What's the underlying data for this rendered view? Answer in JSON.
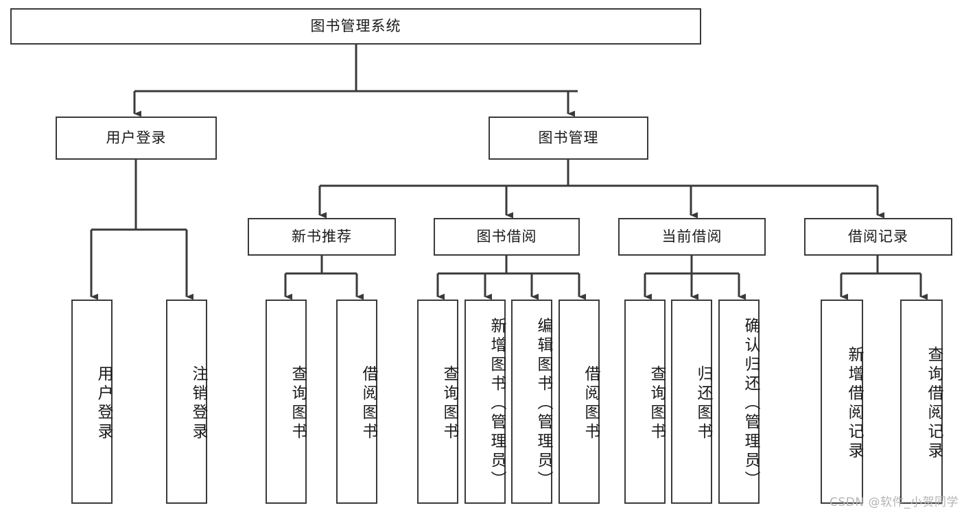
{
  "diagram": {
    "title": "图书管理系统",
    "watermark": "CSDN @软件_小贺同学",
    "stroke_color": "#3a3a3a",
    "text_color": "#1a1a1a",
    "background_color": "#ffffff",
    "type": "hierarchy-tree",
    "root": {
      "label": "图书管理系统"
    },
    "level2": [
      {
        "label": "用户登录"
      },
      {
        "label": "图书管理"
      }
    ],
    "level3": [
      {
        "label": "新书推荐"
      },
      {
        "label": "图书借阅"
      },
      {
        "label": "当前借阅"
      },
      {
        "label": "借阅记录"
      }
    ],
    "leaves": {
      "user_login": [
        {
          "label": "用户登录"
        },
        {
          "label": "注销登录"
        }
      ],
      "new_book_recommend": [
        {
          "label": "查询图书"
        },
        {
          "label": "借阅图书"
        }
      ],
      "book_borrow": [
        {
          "label": "查询图书"
        },
        {
          "label": "新增图书（管理员）"
        },
        {
          "label": "编辑图书（管理员）"
        },
        {
          "label": "借阅图书"
        }
      ],
      "current_borrow": [
        {
          "label": "查询图书"
        },
        {
          "label": "归还图书"
        },
        {
          "label": "确认归还（管理员）"
        }
      ],
      "borrow_record": [
        {
          "label": "新增借阅记录"
        },
        {
          "label": "查询借阅记录"
        }
      ]
    }
  }
}
